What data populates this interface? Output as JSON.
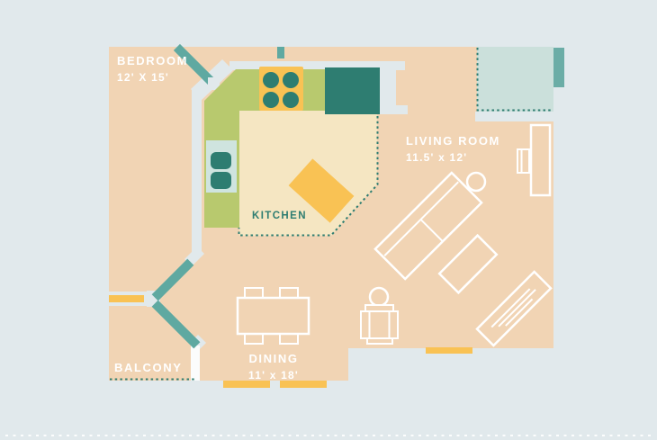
{
  "title": "Apartment floor plan",
  "rooms": {
    "bedroom": {
      "label": "BEDROOM",
      "dims": "12' X 15'"
    },
    "kitchen": {
      "label": "KITCHEN",
      "dims": ""
    },
    "living": {
      "label": "LIVING ROOM",
      "dims": "11.5' x 12'"
    },
    "dining": {
      "label": "DINING",
      "dims": "11' x 18'"
    },
    "balcony": {
      "label": "BALCONY",
      "dims": ""
    }
  },
  "furniture": [
    "stove-icon",
    "refrigerator-icon",
    "sink-icon",
    "kitchen-island-icon",
    "dining-table-icon",
    "dining-chair-icon",
    "armchair-icon",
    "sofa-icon",
    "coffee-table-icon",
    "console-table-icon",
    "round-side-table-icon",
    "tv-icon",
    "tv-stand-icon",
    "door-swing-icon",
    "window-icon"
  ],
  "colors": {
    "background": "#e1e9ec",
    "floor": "#f1d4b4",
    "kitchen_floor": "#f5e6c2",
    "counter_green": "#b8c96e",
    "appliance_teal": "#2e7d71",
    "door_teal": "#5fa9a1",
    "mint_area": "#cbe0db",
    "mint_door": "#6bada6",
    "window_yellow": "#f9c254",
    "wall": "#e1e9ec",
    "wall_white": "#fbfcfc",
    "sink_body": "#cfe4df",
    "furniture_outline": "#ffffff",
    "dotted_border": "#2e7d71",
    "label_light": "#ffffff",
    "label_accent": "#2e7d71"
  }
}
